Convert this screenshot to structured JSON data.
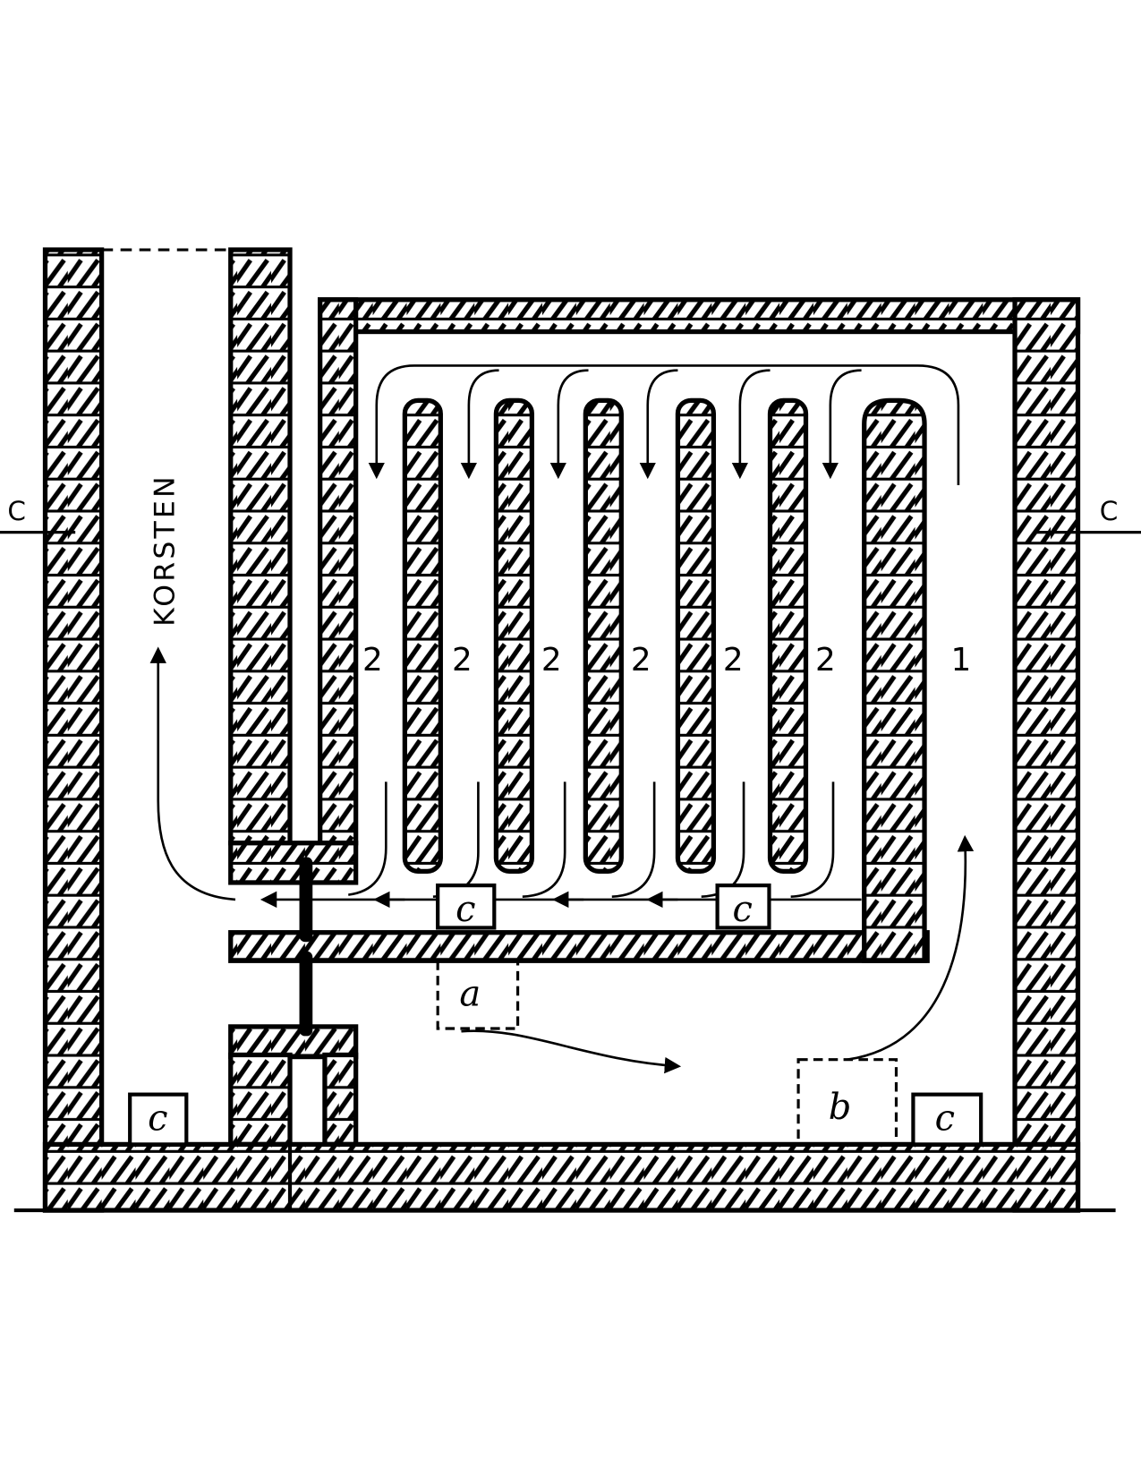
{
  "diagram": {
    "chimney_label": "KORSTEN",
    "section_marks": {
      "left": "C",
      "right": "C"
    },
    "channel_labels": [
      "2",
      "2",
      "2",
      "2",
      "2",
      "2",
      "1"
    ],
    "box_labels": {
      "c_left_channel": "c",
      "c_right_channel": "c",
      "c_chimney": "c",
      "c_chamber": "c"
    },
    "dashed_labels": {
      "a": "a",
      "b": "b"
    }
  }
}
